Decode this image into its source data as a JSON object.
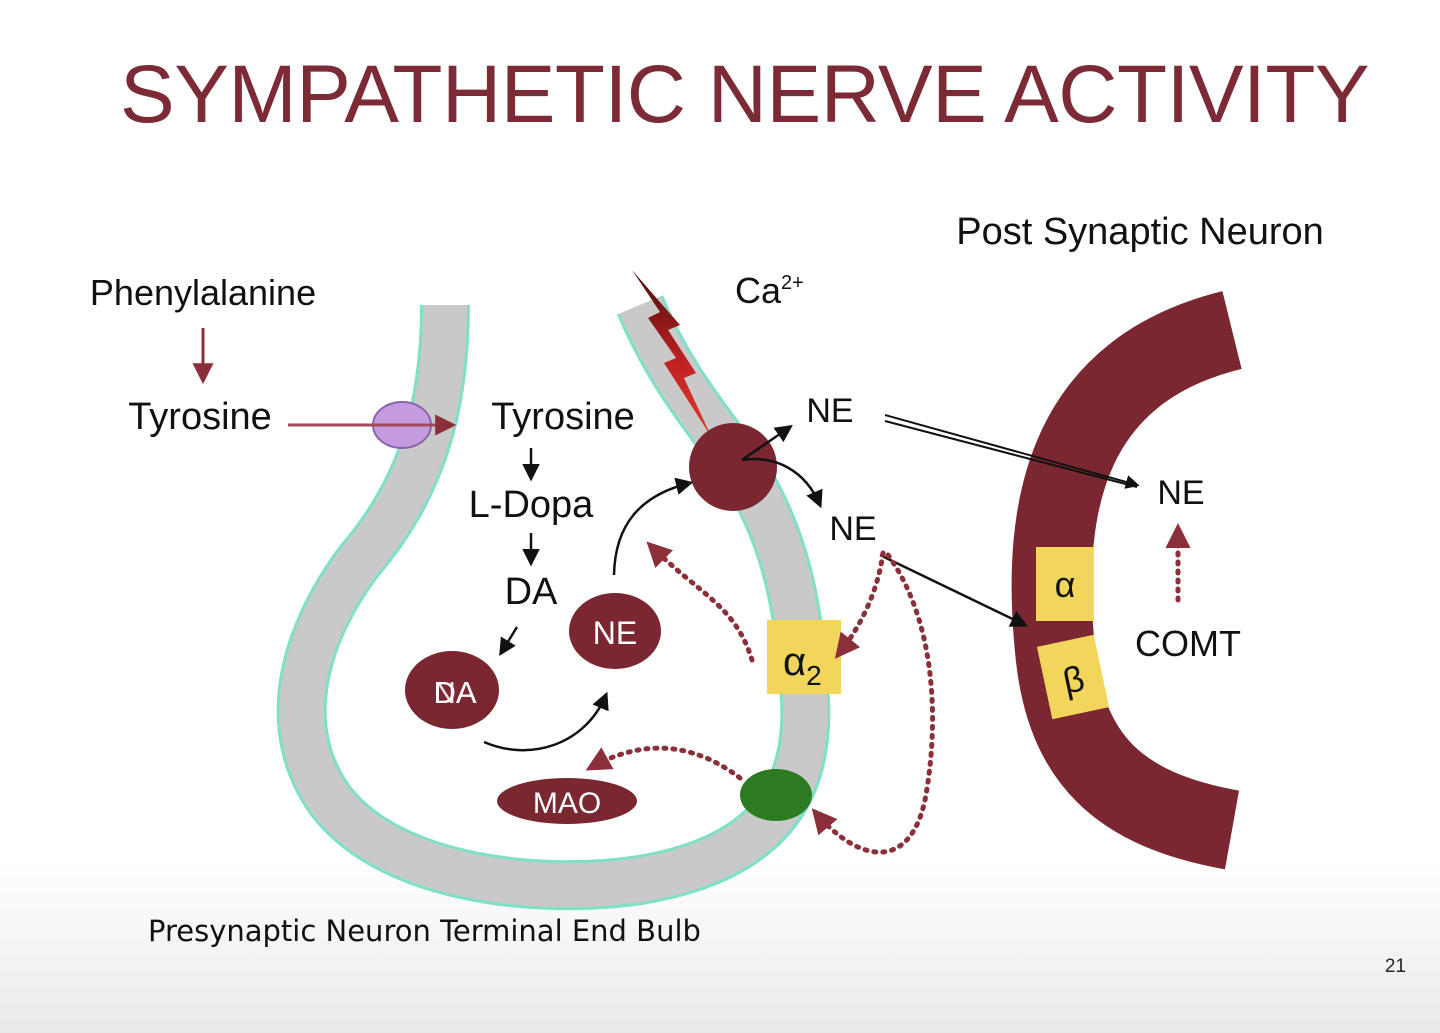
{
  "slide": {
    "title": "SYMPATHETIC NERVE ACTIVITY",
    "page_number": "21"
  },
  "diagram": {
    "caption": "Presynaptic Neuron Terminal End Bulb",
    "labels": {
      "post_synaptic": "Post Synaptic Neuron",
      "phenylalanine": "Phenylalanine",
      "tyrosine_outside": "Tyrosine",
      "tyrosine_inside": "Tyrosine",
      "l_dopa": "L-Dopa",
      "da": "DA",
      "calcium_base": "Ca",
      "calcium_sup": "2+",
      "ne_released_top": "NE",
      "ne_released_mid": "NE",
      "ne_postsynaptic": "NE",
      "comt": "COMT"
    },
    "vesicles": {
      "da_vesicle": "DA",
      "na_overlay": "NA",
      "ne_vesicle": "NE",
      "mao": "MAO"
    },
    "receptors": {
      "alpha2_base": "α",
      "alpha2_sub": "2",
      "alpha": "α",
      "beta": "β"
    },
    "colors": {
      "title": "#7c2a35",
      "maroon": "#7b2732",
      "membrane_gray": "#c9c9c9",
      "membrane_outline": "#7fe0c8",
      "receptor_yellow": "#f2d65b",
      "transporter_purple": "#c49be0",
      "reuptake_green": "#2c7a22",
      "dotted_arrow": "#8b2f3a"
    }
  }
}
